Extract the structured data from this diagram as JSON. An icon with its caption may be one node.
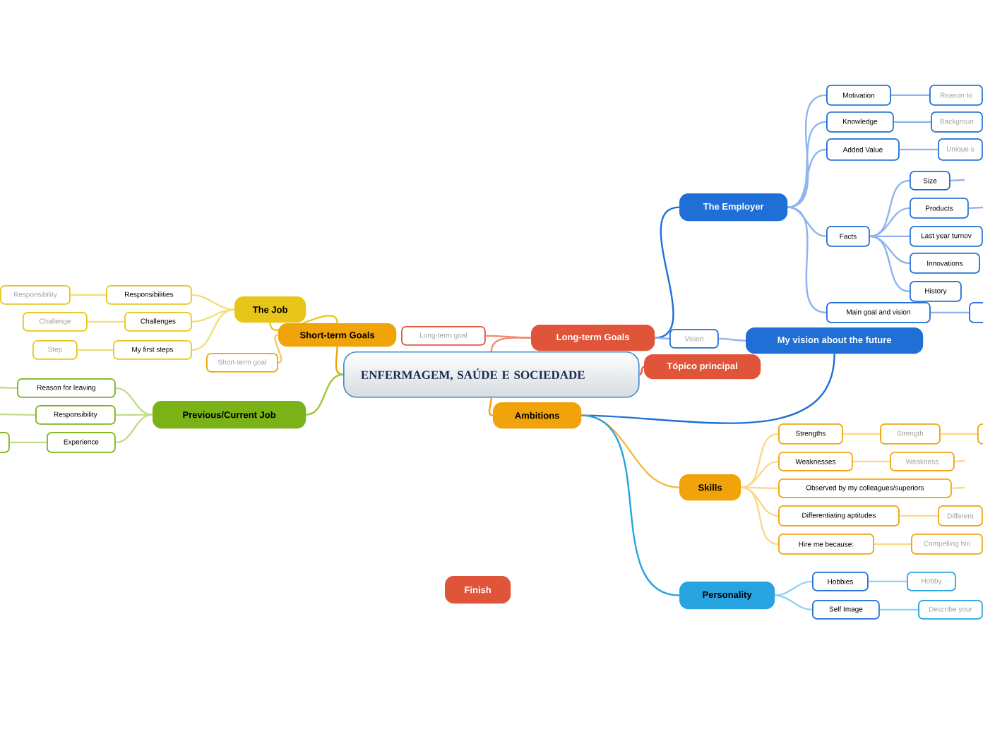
{
  "diagram": {
    "nodes": [
      {
        "text": [
          "ENFERMAGEM, SAÚDE E SOCIEDADE"
        ]
      },
      {
        "text": [
          "The Employer"
        ]
      },
      {
        "text": [
          "Motivation"
        ]
      },
      {
        "text": [
          "Reason to"
        ]
      },
      {
        "text": [
          "Knowledge"
        ]
      },
      {
        "text": [
          "Backgroun"
        ]
      },
      {
        "text": [
          "Added Value"
        ]
      },
      {
        "text": [
          "Unique s"
        ]
      },
      {
        "text": [
          "Facts"
        ]
      },
      {
        "text": [
          "Size"
        ]
      },
      {
        "text": [
          "Products"
        ]
      },
      {
        "text": [
          "Last year turnov"
        ]
      },
      {
        "text": [
          "Innovations"
        ]
      },
      {
        "text": [
          "History"
        ]
      },
      {
        "text": [
          "Main goal and vision"
        ]
      },
      {
        "text": [],
        "shape": "box"
      },
      {
        "text": [
          "My vision about the future"
        ]
      },
      {
        "text": [
          "Long-term Goals"
        ]
      },
      {
        "text": [
          "Vision"
        ]
      },
      {
        "text": [
          "Tópico principal"
        ]
      },
      {
        "text": [
          "Long-term goal"
        ]
      },
      {
        "text": [
          "Short-term Goals"
        ]
      },
      {
        "text": [
          "Short-term goal"
        ]
      },
      {
        "text": [
          "The Job"
        ]
      },
      {
        "text": [
          "Responsibilities"
        ]
      },
      {
        "text": [
          "Responsibility"
        ]
      },
      {
        "text": [
          "Challenges"
        ]
      },
      {
        "text": [
          "Challenge"
        ]
      },
      {
        "text": [
          "My first steps"
        ]
      },
      {
        "text": [
          "Step"
        ]
      },
      {
        "text": [
          "Previous/Current Job"
        ]
      },
      {
        "text": [
          "Reason for leaving"
        ]
      },
      {
        "text": [
          "Responsibility"
        ]
      },
      {
        "text": [
          "Experience"
        ]
      },
      {
        "text": [],
        "shape": "box"
      },
      {
        "text": [
          "Ambitions"
        ]
      },
      {
        "text": [
          "Skills"
        ]
      },
      {
        "text": [
          "Strengths"
        ]
      },
      {
        "text": [
          "Strength"
        ]
      },
      {
        "text": [],
        "shape": "box"
      },
      {
        "text": [
          "Weaknesses"
        ]
      },
      {
        "text": [
          "Weakness"
        ]
      },
      {
        "text": [
          "Observed by my colleagues/superiors"
        ]
      },
      {
        "text": [
          "Differentiating aptitudes"
        ]
      },
      {
        "text": [
          "Different"
        ]
      },
      {
        "text": [
          "Hire me because:"
        ]
      },
      {
        "text": [
          "Compelling hiri"
        ]
      },
      {
        "text": [
          "Personality"
        ]
      },
      {
        "text": [
          "Hobbies"
        ]
      },
      {
        "text": [
          "Hobby"
        ]
      },
      {
        "text": [
          "Self Image"
        ]
      },
      {
        "text": [
          "Describe your"
        ]
      },
      {
        "text": [
          "Finish"
        ]
      }
    ],
    "edges": [
      {
        "from": 0,
        "to": 19,
        "arrow": "none",
        "color": "#e0553a"
      },
      {
        "from": 0,
        "to": 17,
        "arrow": "none",
        "color": "#f08a70"
      },
      {
        "from": 17,
        "to": 1,
        "arrow": "none",
        "color": "#1f6fd6"
      },
      {
        "from": 1,
        "to": 2,
        "arrow": "none",
        "color": "#8db4ee"
      },
      {
        "from": 1,
        "to": 4,
        "arrow": "none",
        "color": "#8db4ee"
      },
      {
        "from": 1,
        "to": 6,
        "arrow": "none",
        "color": "#8db4ee"
      },
      {
        "from": 1,
        "to": 8,
        "arrow": "none",
        "color": "#8db4ee"
      },
      {
        "from": 1,
        "to": 14,
        "arrow": "none",
        "color": "#8db4ee"
      },
      {
        "from": 2,
        "to": 3,
        "arrow": "none",
        "color": "#8db4ee"
      },
      {
        "from": 4,
        "to": 5,
        "arrow": "none",
        "color": "#8db4ee"
      },
      {
        "from": 6,
        "to": 7,
        "arrow": "none",
        "color": "#8db4ee"
      },
      {
        "from": 8,
        "to": 9,
        "arrow": "none",
        "color": "#8db4ee"
      },
      {
        "from": 8,
        "to": 10,
        "arrow": "none",
        "color": "#8db4ee"
      },
      {
        "from": 8,
        "to": 11,
        "arrow": "none",
        "color": "#8db4ee"
      },
      {
        "from": 8,
        "to": 12,
        "arrow": "none",
        "color": "#8db4ee"
      },
      {
        "from": 8,
        "to": 13,
        "arrow": "none",
        "color": "#8db4ee"
      },
      {
        "from": 14,
        "to": 15,
        "arrow": "none",
        "color": "#8db4ee"
      },
      {
        "from": 9,
        "to": null,
        "arrow": "none",
        "color": "#8db4ee"
      },
      {
        "from": 10,
        "to": null,
        "arrow": "none",
        "color": "#8db4ee"
      },
      {
        "from": 17,
        "to": 18,
        "arrow": "none",
        "color": "#8db4ee"
      },
      {
        "from": 18,
        "to": 16,
        "arrow": "none",
        "color": "#8db4ee"
      },
      {
        "from": 17,
        "to": 20,
        "arrow": "none",
        "color": "#f08a70"
      },
      {
        "from": 0,
        "to": 21,
        "arrow": "none",
        "color": "#f0a30a"
      },
      {
        "from": 21,
        "to": 22,
        "arrow": "none",
        "color": "#f6c76a"
      },
      {
        "from": 21,
        "to": 23,
        "arrow": "none",
        "color": "#e8c619"
      },
      {
        "from": 23,
        "to": 24,
        "arrow": "none",
        "color": "#f0df7a"
      },
      {
        "from": 23,
        "to": 26,
        "arrow": "none",
        "color": "#f0df7a"
      },
      {
        "from": 23,
        "to": 28,
        "arrow": "none",
        "color": "#f0df7a"
      },
      {
        "from": 24,
        "to": 25,
        "arrow": "none",
        "color": "#f0df7a"
      },
      {
        "from": 26,
        "to": 27,
        "arrow": "none",
        "color": "#f0df7a"
      },
      {
        "from": 28,
        "to": 29,
        "arrow": "none",
        "color": "#f0df7a"
      },
      {
        "from": 0,
        "to": 30,
        "arrow": "none",
        "color": "#9ac93f"
      },
      {
        "from": 30,
        "to": 31,
        "arrow": "none",
        "color": "#c2de8a"
      },
      {
        "from": 30,
        "to": 32,
        "arrow": "none",
        "color": "#c2de8a"
      },
      {
        "from": 30,
        "to": 33,
        "arrow": "none",
        "color": "#c2de8a"
      },
      {
        "from": 33,
        "to": 34,
        "arrow": "none",
        "color": "#c2de8a"
      },
      {
        "from": 31,
        "to": null,
        "arrow": "none",
        "color": "#c2de8a"
      },
      {
        "from": 32,
        "to": null,
        "arrow": "none",
        "color": "#c2de8a"
      },
      {
        "from": 0,
        "to": 35,
        "arrow": "none",
        "color": "#f0a30a"
      },
      {
        "from": 35,
        "to": 16,
        "arrow": "none",
        "color": "#1f6fd6"
      },
      {
        "from": 35,
        "to": 36,
        "arrow": "none",
        "color": "#f6b73c"
      },
      {
        "from": 35,
        "to": 47,
        "arrow": "none",
        "color": "#27a3e0"
      },
      {
        "from": 36,
        "to": 37,
        "arrow": "none",
        "color": "#fbd88a"
      },
      {
        "from": 36,
        "to": 40,
        "arrow": "none",
        "color": "#fbd88a"
      },
      {
        "from": 36,
        "to": 42,
        "arrow": "none",
        "color": "#fbd88a"
      },
      {
        "from": 36,
        "to": 43,
        "arrow": "none",
        "color": "#fbd88a"
      },
      {
        "from": 36,
        "to": 45,
        "arrow": "none",
        "color": "#fbd88a"
      },
      {
        "from": 37,
        "to": 38,
        "arrow": "none",
        "color": "#fbd88a"
      },
      {
        "from": 38,
        "to": 39,
        "arrow": "none",
        "color": "#fbd88a"
      },
      {
        "from": 40,
        "to": 41,
        "arrow": "none",
        "color": "#fbd88a"
      },
      {
        "from": 41,
        "to": null,
        "arrow": "none",
        "color": "#fbd88a"
      },
      {
        "from": 42,
        "to": null,
        "arrow": "none",
        "color": "#fbd88a"
      },
      {
        "from": 43,
        "to": 44,
        "arrow": "none",
        "color": "#fbd88a"
      },
      {
        "from": 45,
        "to": 46,
        "arrow": "none",
        "color": "#fbd88a"
      },
      {
        "from": 47,
        "to": 48,
        "arrow": "none",
        "color": "#8fd3f4"
      },
      {
        "from": 47,
        "to": 50,
        "arrow": "none",
        "color": "#8fd3f4"
      },
      {
        "from": 48,
        "to": 49,
        "arrow": "none",
        "color": "#8fd3f4"
      },
      {
        "from": 50,
        "to": 51,
        "arrow": "none",
        "color": "#8fd3f4"
      }
    ]
  }
}
